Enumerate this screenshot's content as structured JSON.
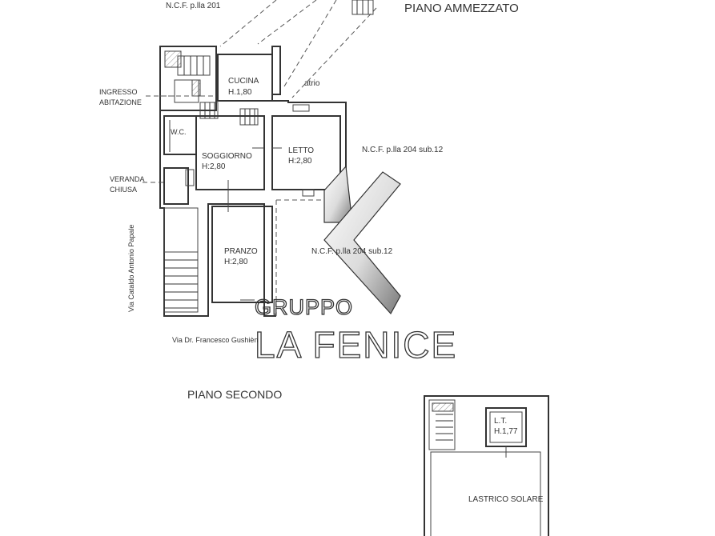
{
  "top": {
    "ncf_top": "N.C.F. p.lla 201",
    "piano_ammezzato": "PIANO AMMEZZATO"
  },
  "rooms": {
    "cucina": "CUCINA",
    "cucina_h": "H.1,80",
    "atrio": "atrio",
    "ingresso_1": "INGRESSO",
    "ingresso_2": "ABITAZIONE",
    "wc": "W.C.",
    "soggiorno": "SOGGIORNO",
    "soggiorno_h": "H:2,80",
    "letto": "LETTO",
    "letto_h": "H:2,80",
    "veranda_1": "VERANDA",
    "veranda_2": "CHIUSA",
    "pranzo": "PRANZO",
    "pranzo_h": "H:2,80"
  },
  "labels": {
    "ncf_right": "N.C.F. p.lla 204 sub.12",
    "ncf_center": "N.C.F. p.lla 204 sub.12",
    "via_vertical": "Via Cataldo Antonio Papale",
    "via_bottom": "Via Dr. Francesco Gushièn"
  },
  "logo": {
    "line1": "GRUPPO",
    "line2": "LA FENICE"
  },
  "second_floor": {
    "title": "PIANO SECONDO",
    "lt": "L.T.",
    "lt_h": "H.1,77",
    "lastrico": "LASTRICO SOLARE"
  }
}
